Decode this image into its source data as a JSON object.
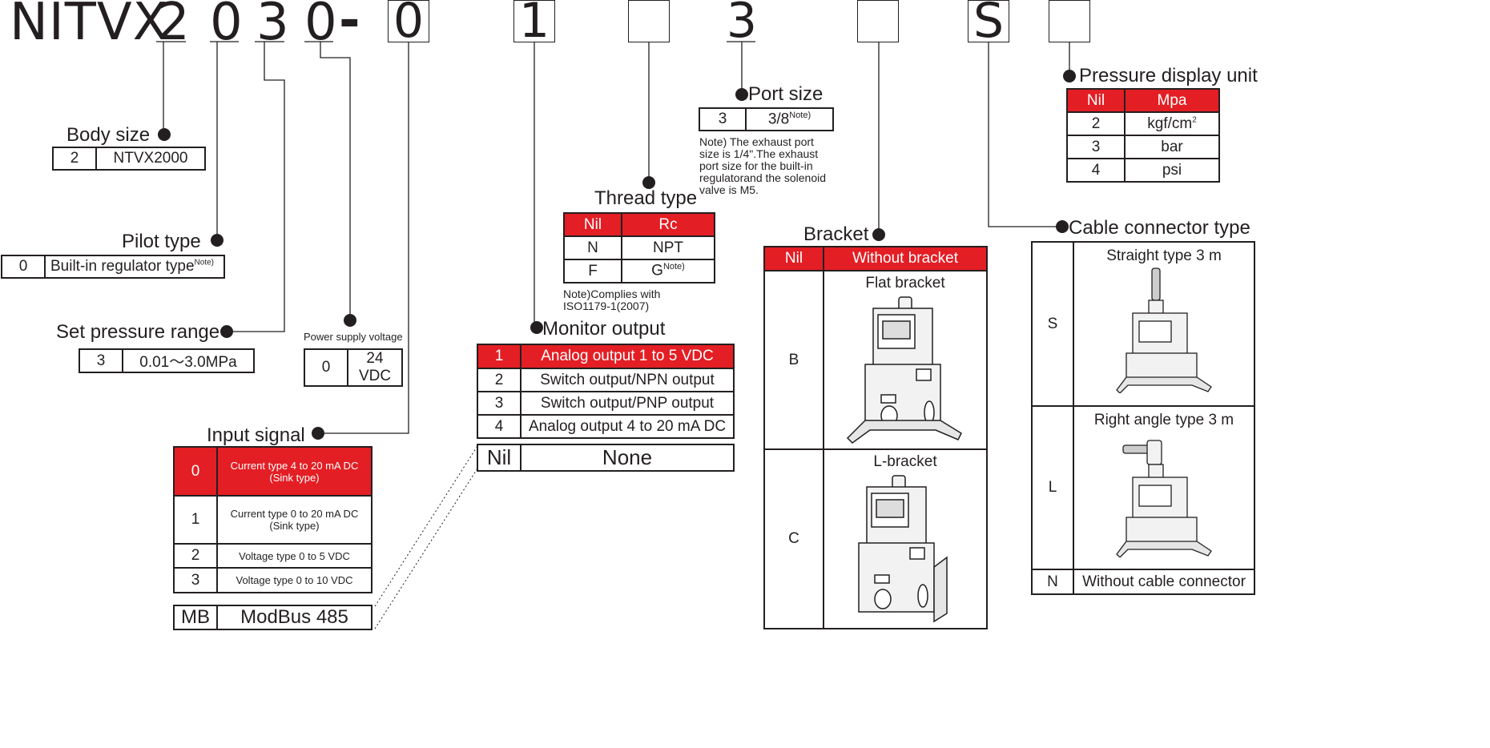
{
  "model": {
    "prefix": "NITVX",
    "d1": "2",
    "d2": "0",
    "d3": "3",
    "d4": "0",
    "dash": "-",
    "b1": "0",
    "b2": "1",
    "b3": "",
    "b4": "3",
    "b5": "",
    "b6": "S",
    "b7": ""
  },
  "body_size": {
    "title": "Body size",
    "rows": [
      [
        "2",
        "NTVX2000"
      ]
    ]
  },
  "pilot_type": {
    "title": "Pilot type",
    "code": "0",
    "label": "Built-in regulator type",
    "sup": "Note)"
  },
  "set_pressure": {
    "title": "Set pressure range",
    "code": "3",
    "label": "0.01～3.0MPa"
  },
  "power_supply": {
    "title": "Power supply voltage",
    "code": "0",
    "label": "24 VDC"
  },
  "input_signal": {
    "title": "Input signal",
    "rows": [
      {
        "code": "0",
        "line1": "Current type 4 to 20 mA DC",
        "line2": "(Sink type)"
      },
      {
        "code": "1",
        "line1": "Current type 0 to 20 mA DC",
        "line2": "(Sink type)"
      },
      {
        "code": "2",
        "line1": "Voltage type 0 to 5 VDC",
        "line2": ""
      },
      {
        "code": "3",
        "line1": "Voltage type 0 to 10 VDC",
        "line2": ""
      }
    ],
    "extra": {
      "code": "MB",
      "label": "ModBus 485"
    }
  },
  "monitor_output": {
    "title": "Monitor output",
    "rows": [
      [
        "1",
        "Analog output 1 to 5 VDC"
      ],
      [
        "2",
        "Switch output/NPN output"
      ],
      [
        "3",
        "Switch output/PNP output"
      ],
      [
        "4",
        "Analog output 4 to 20 mA DC"
      ]
    ],
    "extra": {
      "code": "Nil",
      "label": "None"
    }
  },
  "thread_type": {
    "title": "Thread type",
    "header": [
      "Nil",
      "Rc"
    ],
    "rows": [
      [
        "N",
        "NPT"
      ],
      [
        "F",
        "G"
      ]
    ],
    "g_sup": "Note)",
    "note_line1": "Note)Complies with",
    "note_line2": "ISO1179-1(2007)"
  },
  "port_size": {
    "title": "Port size",
    "code": "3",
    "label": "3/8",
    "sup": "Note)",
    "note_lines": [
      "Note) The exhaust port",
      "size is 1/4\".The exhaust",
      "port size for the built-in",
      "regulatorand the solenoid",
      "valve is M5."
    ]
  },
  "bracket": {
    "title": "Bracket",
    "header": [
      "Nil",
      "Without bracket"
    ],
    "rows": [
      {
        "code": "B",
        "label": "Flat bracket"
      },
      {
        "code": "C",
        "label": "L-bracket"
      }
    ]
  },
  "pressure_unit": {
    "title": "Pressure display unit",
    "header": [
      "Nil",
      "Mpa"
    ],
    "rows": [
      [
        "2",
        "kgf/cm",
        "2"
      ],
      [
        "3",
        "bar",
        ""
      ],
      [
        "4",
        "psi",
        ""
      ]
    ]
  },
  "cable_connector": {
    "title": "Cable connector type",
    "rows": [
      {
        "code": "S",
        "label": "Straight type 3 m"
      },
      {
        "code": "L",
        "label": "Right angle type 3 m"
      },
      {
        "code": "N",
        "label": "Without cable connector"
      }
    ]
  },
  "colors": {
    "accent_red": "#e31e24",
    "ink": "#231f20"
  }
}
